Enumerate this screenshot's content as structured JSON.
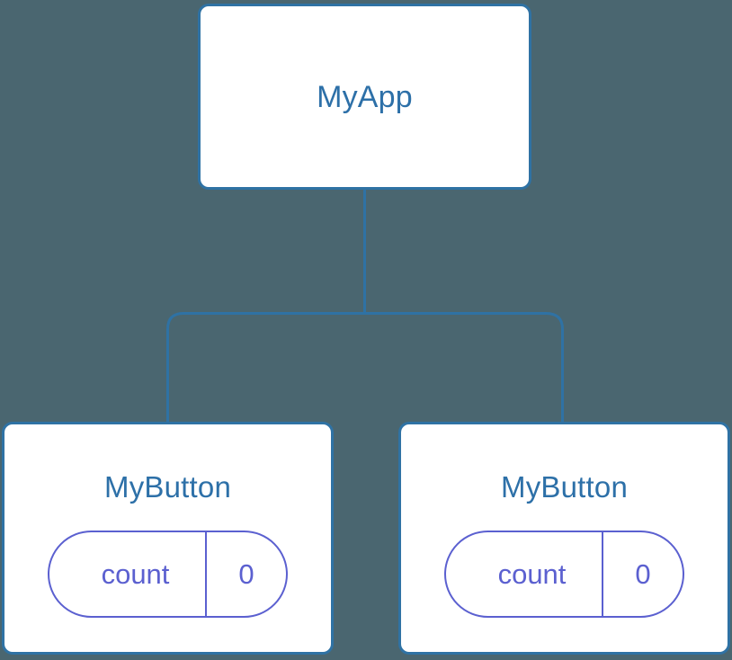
{
  "canvas": {
    "background_color": "#4a6670",
    "node_fill": "#ffffff",
    "node_border_color": "#2f72a4",
    "node_title_color": "#2d70a8",
    "edge_color": "#2f72a4",
    "prop_color": "#5b60d0"
  },
  "tree": {
    "root": {
      "title": "MyApp"
    },
    "children": [
      {
        "title": "MyButton",
        "prop": {
          "key": "count",
          "value": "0"
        }
      },
      {
        "title": "MyButton",
        "prop": {
          "key": "count",
          "value": "0"
        }
      }
    ]
  }
}
